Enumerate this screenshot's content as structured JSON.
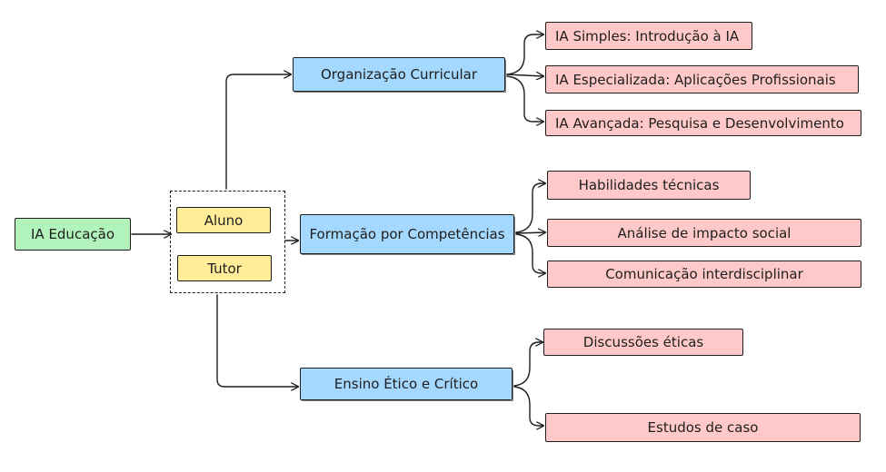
{
  "root": {
    "label": "IA Educação",
    "color": "#b2f2bb"
  },
  "agents": [
    {
      "id": "aluno",
      "label": "Aluno"
    },
    {
      "id": "tutor",
      "label": "Tutor"
    }
  ],
  "branches": [
    {
      "label": "Organização Curricular",
      "children": [
        "IA Simples: Introdução à IA",
        "IA Especializada: Aplicações Profissionais",
        "IA Avançada: Pesquisa e Desenvolvimento"
      ]
    },
    {
      "label": "Formação por Competências",
      "children": [
        "Habilidades técnicas",
        "Análise de impacto social",
        "Comunicação interdisciplinar"
      ]
    },
    {
      "label": "Ensino Ético e Crítico",
      "children": [
        "Discussões éticas",
        "Estudos de caso"
      ]
    }
  ],
  "colors": {
    "root": "#b2f2bb",
    "agent": "#ffec99",
    "branch": "#a5d8ff",
    "leaf": "#ffc9c9",
    "stroke": "#1e1e1e"
  }
}
